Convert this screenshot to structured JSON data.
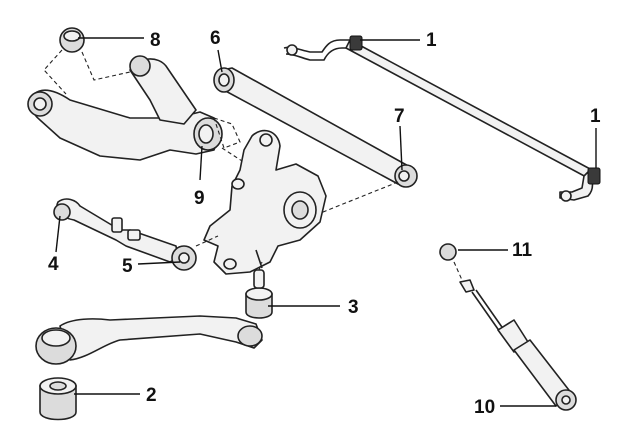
{
  "callouts": [
    {
      "id": "c8",
      "text": "8"
    },
    {
      "id": "c6",
      "text": "6"
    },
    {
      "id": "c1a",
      "text": "1"
    },
    {
      "id": "c1b",
      "text": "1"
    },
    {
      "id": "c7",
      "text": "7"
    },
    {
      "id": "c9",
      "text": "9"
    },
    {
      "id": "c4",
      "text": "4"
    },
    {
      "id": "c5",
      "text": "5"
    },
    {
      "id": "c11",
      "text": "11"
    },
    {
      "id": "c3",
      "text": "3"
    },
    {
      "id": "c2",
      "text": "2"
    },
    {
      "id": "c10",
      "text": "10"
    }
  ]
}
